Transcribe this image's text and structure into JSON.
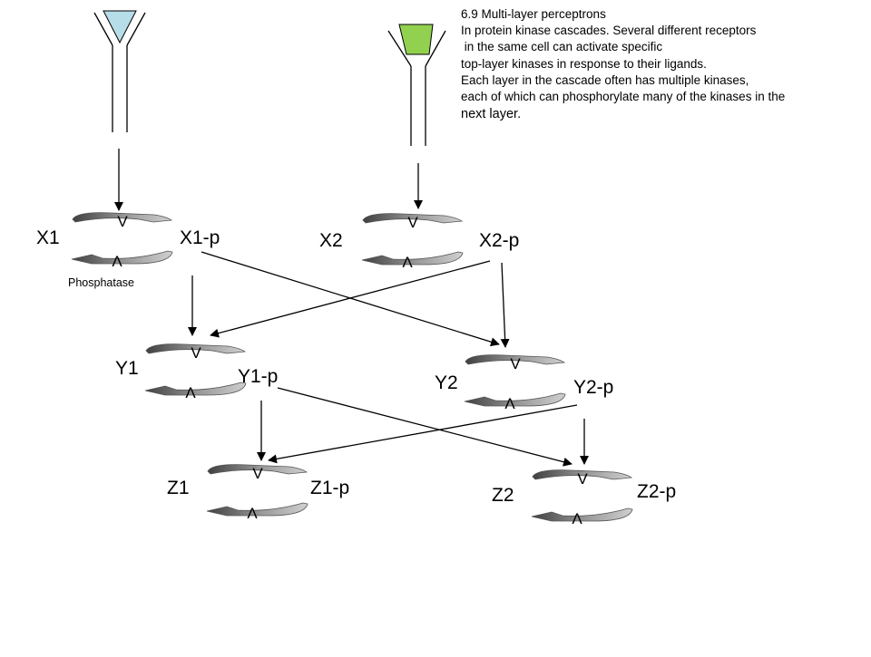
{
  "description": [
    "6.9 Multi-layer perceptrons",
    "In protein kinase cascades. Several different receptors",
    " in the same cell can activate specific",
    "top-layer kinases in response to their ligands.",
    "Each layer in the cascade often has multiple kinases,",
    "each of which can phosphorylate many of the kinases in the",
    "next layer."
  ],
  "receptors": [
    {
      "name": "receptor-1",
      "ligand_color": "#b7dde8"
    },
    {
      "name": "receptor-2",
      "ligand_color": "#92d050"
    }
  ],
  "nodes": {
    "x1": "X1",
    "x1p": "X1-p",
    "x2": "X2",
    "x2p": "X2-p",
    "y1": "Y1",
    "y1p": "Y1-p",
    "y2": "Y2",
    "y2p": "Y2-p",
    "z1": "Z1",
    "z1p": "Z1-p",
    "z2": "Z2",
    "z2p": "Z2-p"
  },
  "phosphatase_label": "Phosphatase",
  "cycle_symbols": {
    "forward": "V",
    "reverse": "Λ"
  },
  "colors": {
    "line": "#000000",
    "cycle_dark": "#595959",
    "cycle_light": "#bfbfbf"
  }
}
